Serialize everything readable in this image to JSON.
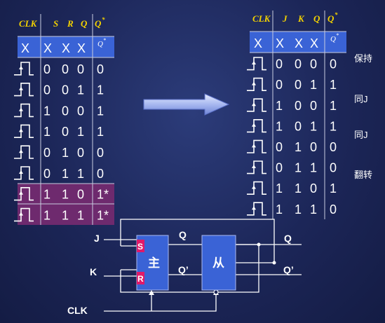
{
  "left_table": {
    "headers": [
      "CLK",
      "S",
      "R",
      "Q",
      "Q",
      "*"
    ],
    "x_row": [
      "X",
      "X",
      "X",
      "X"
    ],
    "x_row_q": {
      "base": "Q",
      "sup": "*"
    },
    "rows": [
      [
        "0",
        "0",
        "0",
        "0"
      ],
      [
        "0",
        "0",
        "1",
        "1"
      ],
      [
        "1",
        "0",
        "0",
        "1"
      ],
      [
        "1",
        "0",
        "1",
        "1"
      ],
      [
        "0",
        "1",
        "0",
        "0"
      ],
      [
        "0",
        "1",
        "1",
        "0"
      ],
      [
        "1",
        "1",
        "0",
        "1*"
      ],
      [
        "1",
        "1",
        "1",
        "1*"
      ]
    ]
  },
  "right_table": {
    "headers": [
      "CLK",
      "J",
      "K",
      "Q",
      "Q",
      "*"
    ],
    "x_row": [
      "X",
      "X",
      "X",
      "X"
    ],
    "x_row_q": {
      "base": "Q",
      "sup": "*"
    },
    "rows": [
      [
        "0",
        "0",
        "0",
        "0"
      ],
      [
        "0",
        "0",
        "1",
        "1"
      ],
      [
        "1",
        "0",
        "0",
        "1"
      ],
      [
        "1",
        "0",
        "1",
        "1"
      ],
      [
        "0",
        "1",
        "0",
        "0"
      ],
      [
        "0",
        "1",
        "1",
        "0"
      ],
      [
        "1",
        "1",
        "0",
        "1"
      ],
      [
        "1",
        "1",
        "1",
        "0"
      ]
    ],
    "notes": [
      "保持",
      "同J",
      "同J",
      "翻转"
    ]
  },
  "circuit": {
    "input_j": "J",
    "input_k": "K",
    "input_clk": "CLK",
    "pin_s": "S",
    "pin_r": "R",
    "master_label": "主",
    "slave_label": "从",
    "master_q": "Q",
    "master_qn": "Q’",
    "out_q": "Q",
    "out_qn": "Q’"
  },
  "colors": {
    "header_yellow": "#f2d100",
    "x_row_blue": "#3a63d6",
    "highlight_purple": "#6e2a6e",
    "block_blue": "#3a63d6",
    "pin_pink": "#e01a6a"
  },
  "icons": {
    "arrow": "right-arrow-icon",
    "clock_edge": "clock-rising-edge-icon"
  }
}
